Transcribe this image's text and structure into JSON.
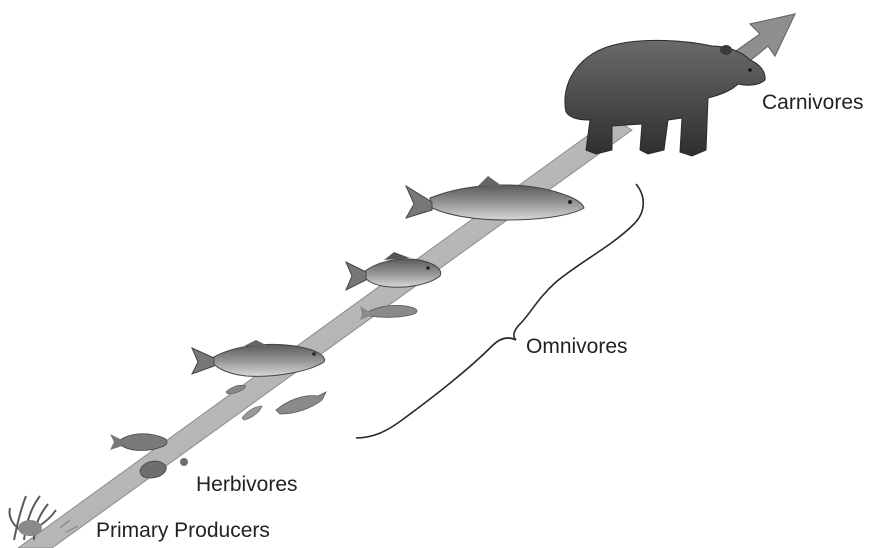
{
  "labels": {
    "carnivores": "Carnivores",
    "omnivores": "Omnivores",
    "herbivores": "Herbivores",
    "primary_producers": "Primary Producers"
  },
  "colors": {
    "arrow_band": "#b3b3b3",
    "arrow_band_edge": "#8c8c8c",
    "arrow_head": "#8f8f8f",
    "bear": "#4a4a4a",
    "fish": "#6e6e6e",
    "text": "#222222"
  },
  "icons": {
    "top_consumer": "bear-icon",
    "consumers": "fish-icon",
    "producers": "plant-icon"
  }
}
